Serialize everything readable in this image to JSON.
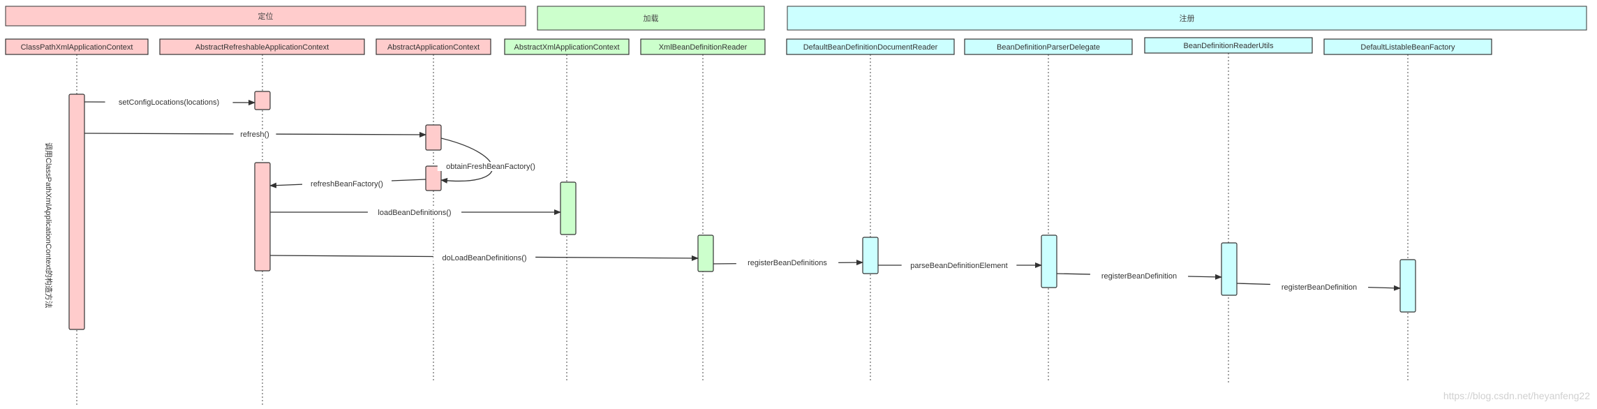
{
  "colors": {
    "pink": "#ffcccc",
    "green": "#ccffcc",
    "cyan": "#ccffff",
    "stroke": "#333333"
  },
  "groups": [
    {
      "id": "g-locate",
      "title": "定位",
      "color": "pink"
    },
    {
      "id": "g-load",
      "title": "加载",
      "color": "green"
    },
    {
      "id": "g-register",
      "title": "注册",
      "color": "cyan"
    }
  ],
  "participants": [
    {
      "name": "ClassPathXmlApplicationContext",
      "color": "pink"
    },
    {
      "name": "AbstractRefreshableApplicationContext",
      "color": "pink"
    },
    {
      "name": "AbstractApplicationContext",
      "color": "pink"
    },
    {
      "name": "AbstractXmlApplicationContext",
      "color": "green"
    },
    {
      "name": "XmlBeanDefinitionReader",
      "color": "green"
    },
    {
      "name": "DefaultBeanDefinitionDocumentReader",
      "color": "cyan"
    },
    {
      "name": "BeanDefinitionParserDelegate",
      "color": "cyan"
    },
    {
      "name": "BeanDefinitionReaderUtils",
      "color": "cyan"
    },
    {
      "name": "DefaultListableBeanFactory",
      "color": "cyan"
    }
  ],
  "messages": [
    {
      "label": "setConfigLocations(locations)",
      "from": 0,
      "to": 1
    },
    {
      "label": "refresh()",
      "from": 0,
      "to": 2
    },
    {
      "label": "obtainFreshBeanFactory()",
      "from": 2,
      "to": 2
    },
    {
      "label": "refreshBeanFactory()",
      "from": 2,
      "to": 1
    },
    {
      "label": "loadBeanDefinitions()",
      "from": 1,
      "to": 3
    },
    {
      "label": "doLoadBeanDefinitions()",
      "from": 1,
      "to": 4
    },
    {
      "label": "registerBeanDefinitions",
      "from": 4,
      "to": 5
    },
    {
      "label": "parseBeanDefinitionElement",
      "from": 5,
      "to": 6
    },
    {
      "label": "registerBeanDefinition",
      "from": 6,
      "to": 7
    },
    {
      "label": "registerBeanDefinition",
      "from": 7,
      "to": 8
    }
  ],
  "note": "调用ClassPathXmlApplicationContext的构造方法",
  "watermark": "https://blog.csdn.net/heyanfeng22"
}
